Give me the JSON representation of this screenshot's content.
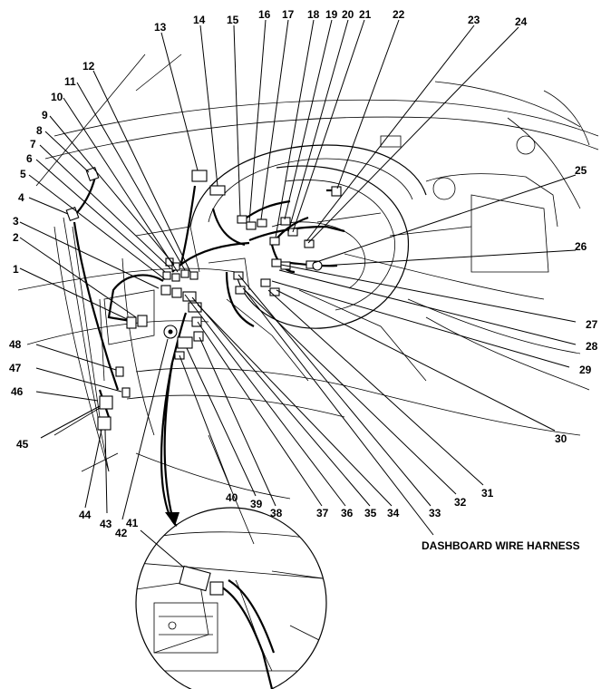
{
  "caption": "DASHBOARD WIRE HARNESS",
  "callouts": [
    "1",
    "2",
    "3",
    "4",
    "5",
    "6",
    "7",
    "8",
    "9",
    "10",
    "11",
    "12",
    "13",
    "14",
    "15",
    "16",
    "17",
    "18",
    "19",
    "20",
    "21",
    "22",
    "23",
    "24",
    "25",
    "26",
    "27",
    "28",
    "29",
    "30",
    "31",
    "32",
    "33",
    "34",
    "35",
    "36",
    "37",
    "38",
    "39",
    "40",
    "41",
    "42",
    "43",
    "44",
    "45",
    "46",
    "47",
    "48"
  ],
  "colors": {
    "line": "#000000",
    "background": "#ffffff"
  }
}
